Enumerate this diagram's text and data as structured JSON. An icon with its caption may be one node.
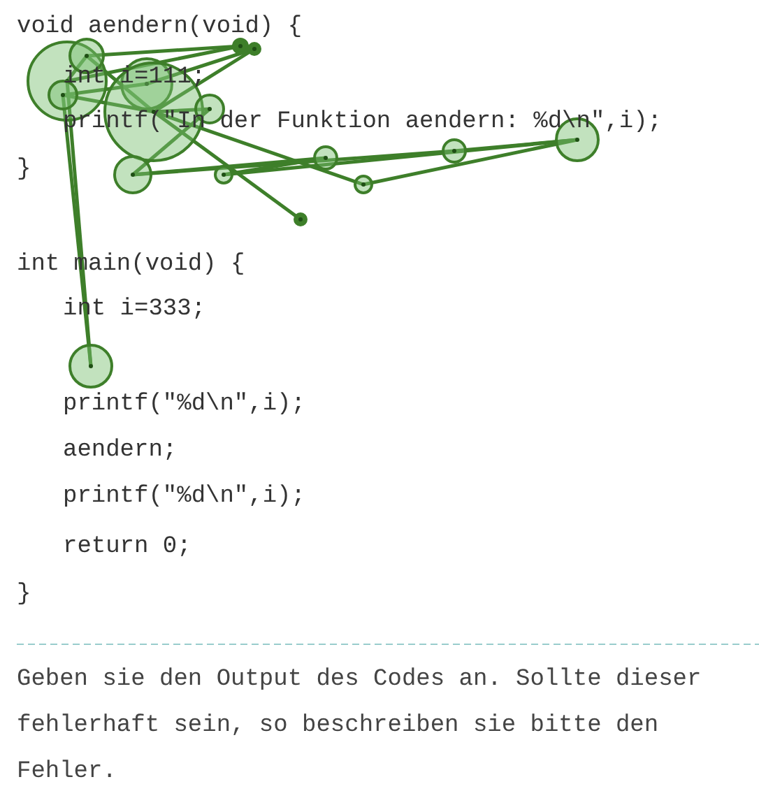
{
  "diagram": {
    "labels": [
      "void aendern(void) {",
      "int i=111;",
      "printf(\"In der Funktion aendern: %d\\n\",i);",
      "}",
      "int main(void) {",
      "int i=333;",
      "printf(\"%d\\n\",i);",
      "aendern;",
      "printf(\"%d\\n\",i);",
      "return 0;",
      "}",
      "Geben sie den Output des Codes an. Sollte dieser fehlerhaft sein, so beschreiben sie bitte den Fehler."
    ]
  }
}
